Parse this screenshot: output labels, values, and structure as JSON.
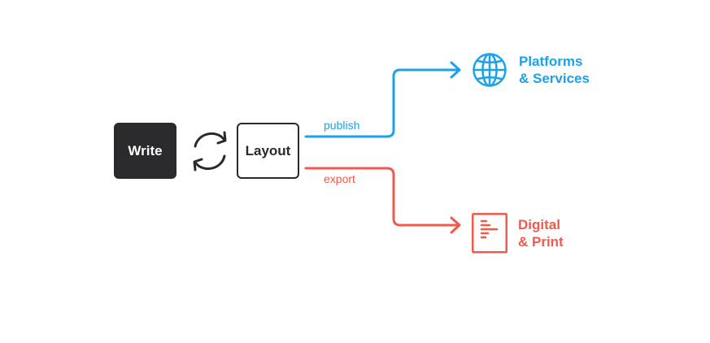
{
  "nodes": {
    "write": {
      "label": "Write"
    },
    "layout": {
      "label": "Layout"
    }
  },
  "edges": {
    "publish": {
      "label": "publish",
      "color": "#1aa3e8"
    },
    "export": {
      "label": "export",
      "color": "#ef5a4c"
    }
  },
  "targets": {
    "platforms": {
      "line1": "Platforms",
      "line2": "& Services",
      "icon": "globe-icon",
      "color": "#1aa3e8"
    },
    "digital": {
      "line1": "Digital",
      "line2": "& Print",
      "icon": "document-icon",
      "color": "#ef5a4c"
    }
  },
  "colors": {
    "dark": "#2a2a2c",
    "blue": "#1aa3e8",
    "red": "#ef5a4c"
  }
}
